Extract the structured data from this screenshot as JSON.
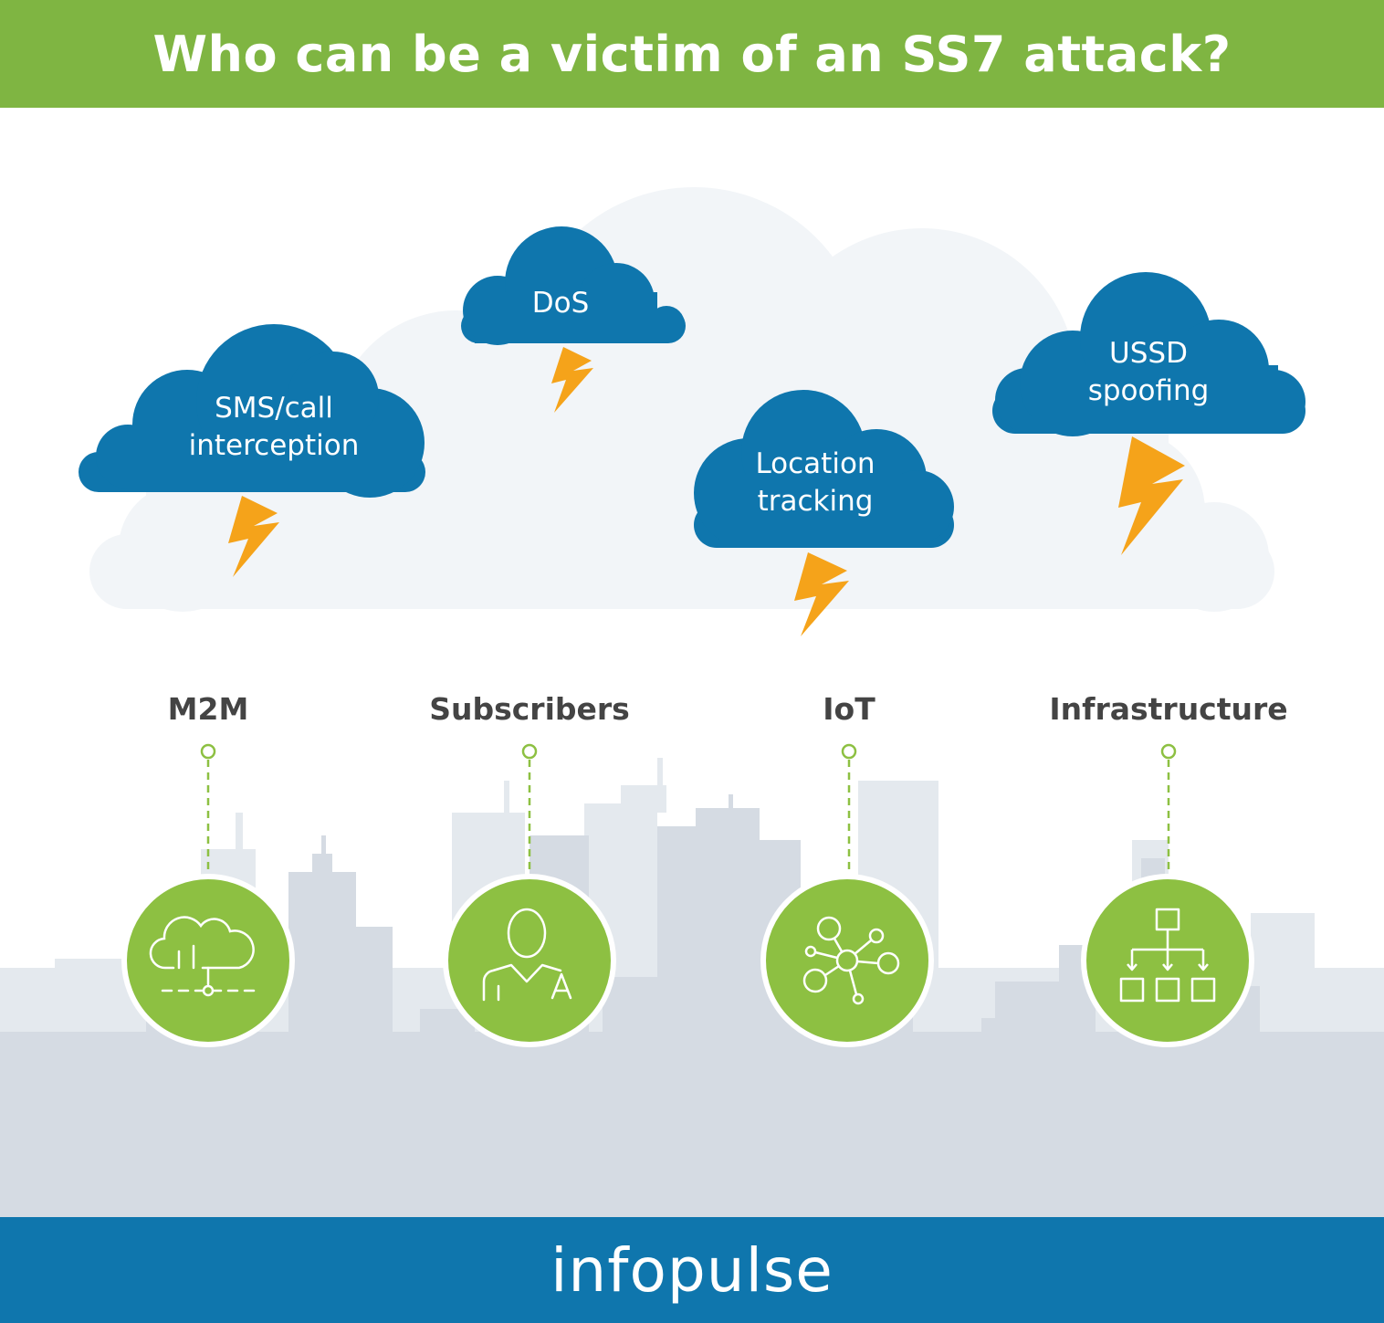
{
  "header": {
    "title": "Who can be a victim of an SS7 attack?"
  },
  "attacks": [
    {
      "line1": "SMS/call",
      "line2": "interception"
    },
    {
      "line1": "DoS",
      "line2": ""
    },
    {
      "line1": "Location",
      "line2": "tracking"
    },
    {
      "line1": "USSD",
      "line2": "spoofing"
    }
  ],
  "targets": [
    {
      "label": "M2M",
      "icon": "cloud-network-icon"
    },
    {
      "label": "Subscribers",
      "icon": "user-icon"
    },
    {
      "label": "IoT",
      "icon": "network-nodes-icon"
    },
    {
      "label": "Infrastructure",
      "icon": "hierarchy-icon"
    }
  ],
  "colors": {
    "header": "#7fb542",
    "footer": "#0f76ad",
    "cloud": "#0f76ad",
    "bolt": "#f5a31a",
    "target_circle": "#8dc042",
    "skyline_light": "#e4e9ee",
    "skyline_dark": "#d5dbe3",
    "background_cloud": "#f2f5f8"
  },
  "footer": {
    "logo": "infopulse"
  }
}
